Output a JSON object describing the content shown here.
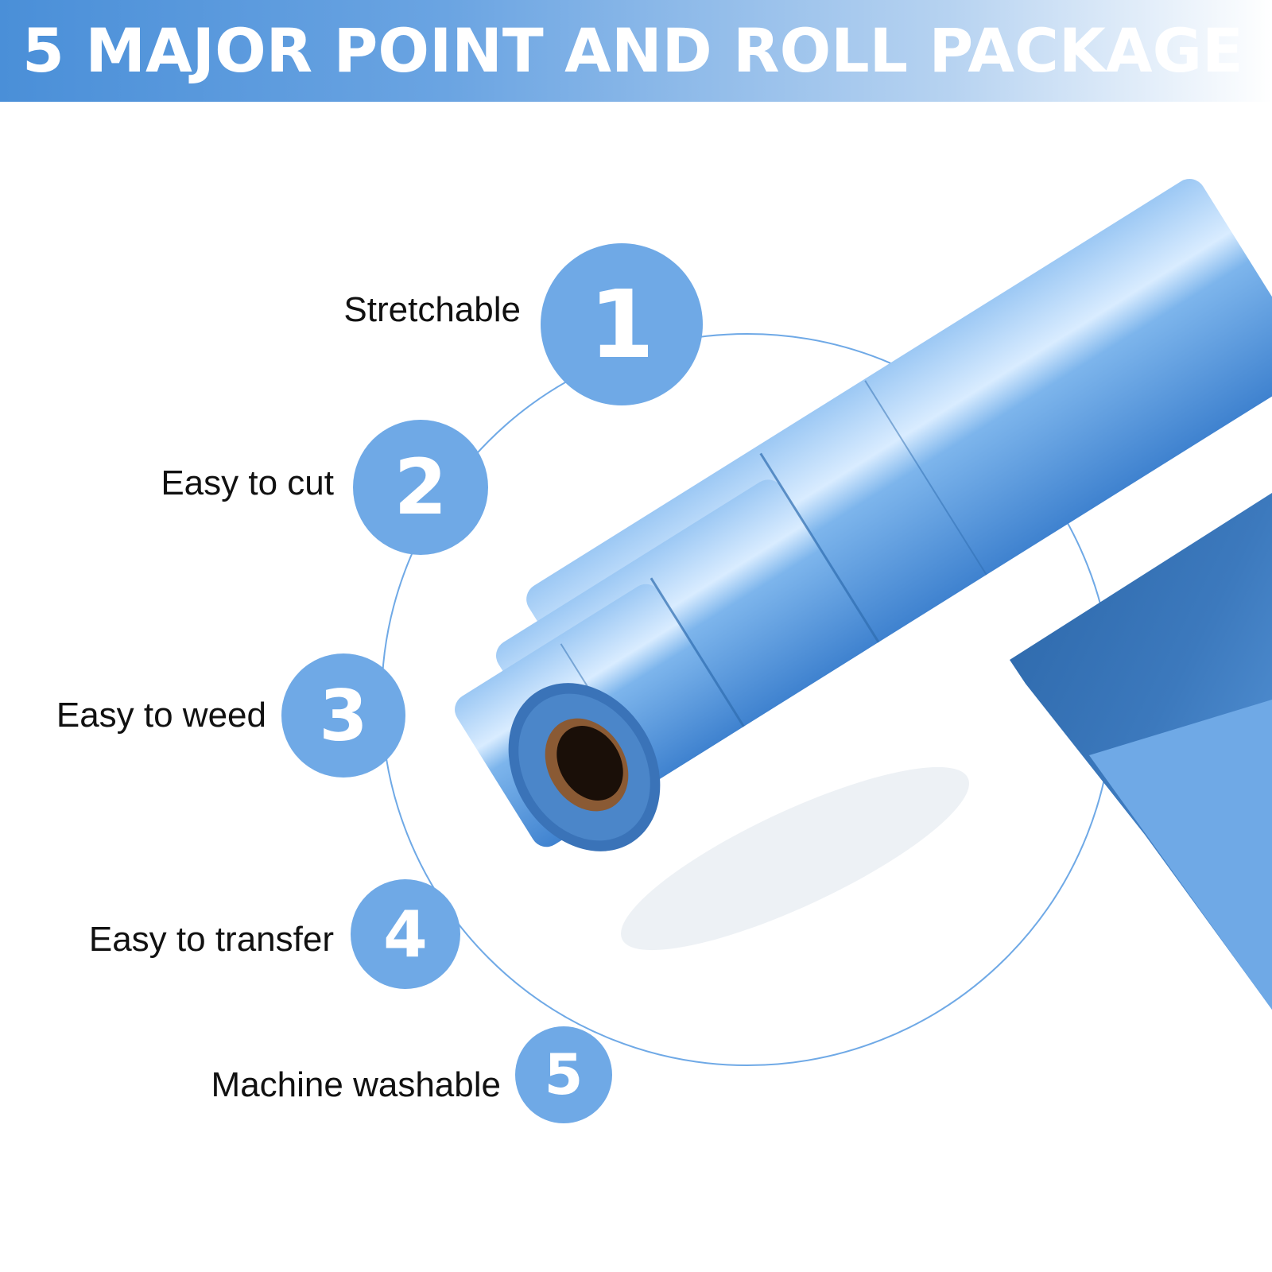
{
  "header": {
    "title": "5 MAJOR POINT AND ROLL PACKAGE"
  },
  "features": [
    {
      "number": "1",
      "label": "Stretchable"
    },
    {
      "number": "2",
      "label": "Easy to cut"
    },
    {
      "number": "3",
      "label": "Easy to weed"
    },
    {
      "number": "4",
      "label": "Easy to transfer"
    },
    {
      "number": "5",
      "label": "Machine washable"
    }
  ],
  "colors": {
    "accent": "#6fa9e6",
    "vinyl_blue": "#5f9ee0",
    "vinyl_dark": "#2f6db0",
    "banner_start": "#4a8fd8"
  }
}
